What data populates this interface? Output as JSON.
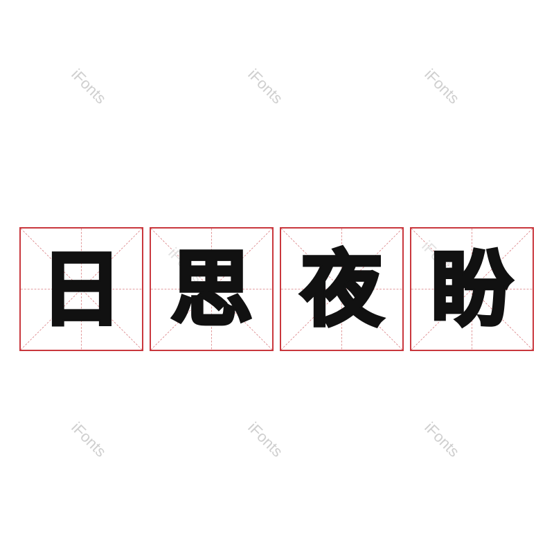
{
  "watermark": {
    "text": "iFonts"
  },
  "phrase": {
    "characters": [
      "日",
      "思",
      "夜",
      "盼"
    ]
  },
  "colors": {
    "grid_border": "#c9373d",
    "grid_guides": "#d97a7e",
    "ink": "#111111",
    "watermark": "#cfcfcf",
    "background": "#ffffff"
  }
}
